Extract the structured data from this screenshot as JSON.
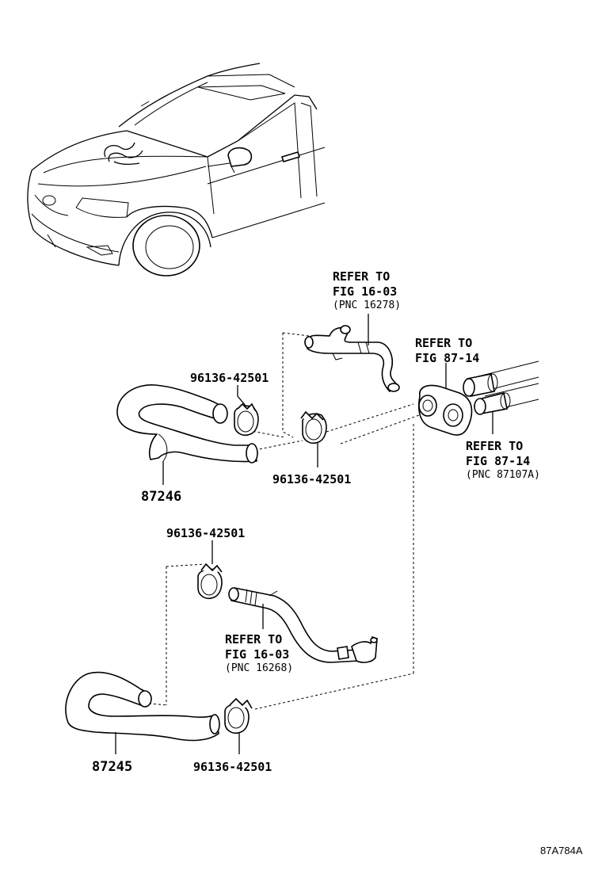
{
  "diagram_code": "87A784A",
  "labels": {
    "ref_top": {
      "line1": "REFER TO",
      "line2": "FIG 16-03",
      "line3": "(PNC 16278)"
    },
    "ref_valve": {
      "line1": "REFER TO",
      "line2": "FIG 87-14"
    },
    "ref_pipes": {
      "line1": "REFER TO",
      "line2": "FIG 87-14",
      "line3": "(PNC 87107A)"
    },
    "ref_mid": {
      "line1": "REFER TO",
      "line2": "FIG 16-03",
      "line3": "(PNC 16268)"
    },
    "clamp_1": "96136-42501",
    "clamp_2": "96136-42501",
    "clamp_3": "96136-42501",
    "clamp_4": "96136-42501",
    "hose_upper": "87246",
    "hose_lower": "87245"
  }
}
